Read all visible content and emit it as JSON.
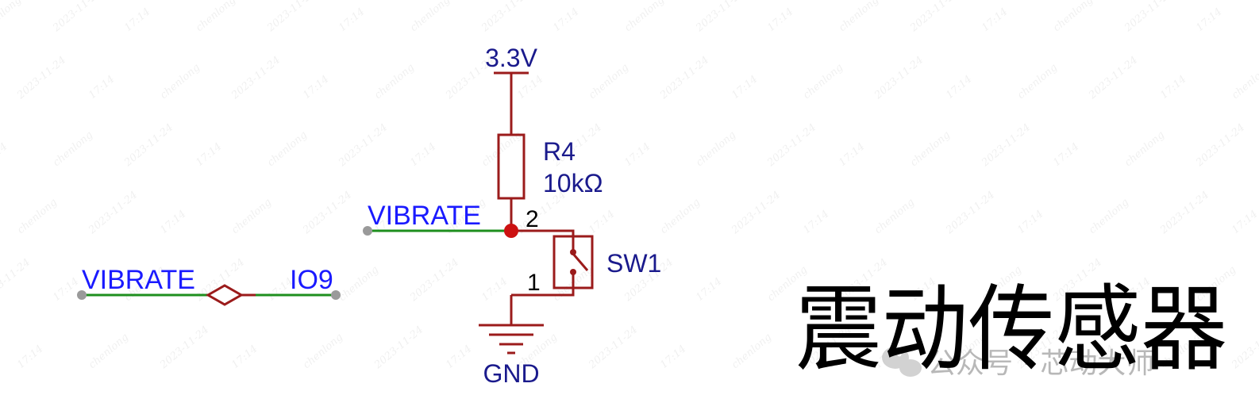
{
  "diagram": {
    "title": "震动传感器",
    "credit": "公众号 · 芯动大师",
    "watermark": {
      "user": "chenlong",
      "date": "2023-11-24",
      "time": "17:14"
    },
    "net_port": {
      "net_name": "VIBRATE",
      "pin_name": "IO9"
    },
    "power": {
      "supply_label": "3.3V",
      "ground_label": "GND"
    },
    "resistor": {
      "designator": "R4",
      "value": "10kΩ"
    },
    "switch": {
      "designator": "SW1",
      "pin_top": "2",
      "pin_bottom": "1"
    },
    "circuit_net": {
      "net_name": "VIBRATE"
    },
    "colors": {
      "wire": "#1e8f1e",
      "symbol": "#9b1b1b",
      "net_label": "#1a1aff",
      "part_label": "#1a1a8c",
      "junction": "#cc1111",
      "endpoint": "#9a9a9a"
    }
  }
}
